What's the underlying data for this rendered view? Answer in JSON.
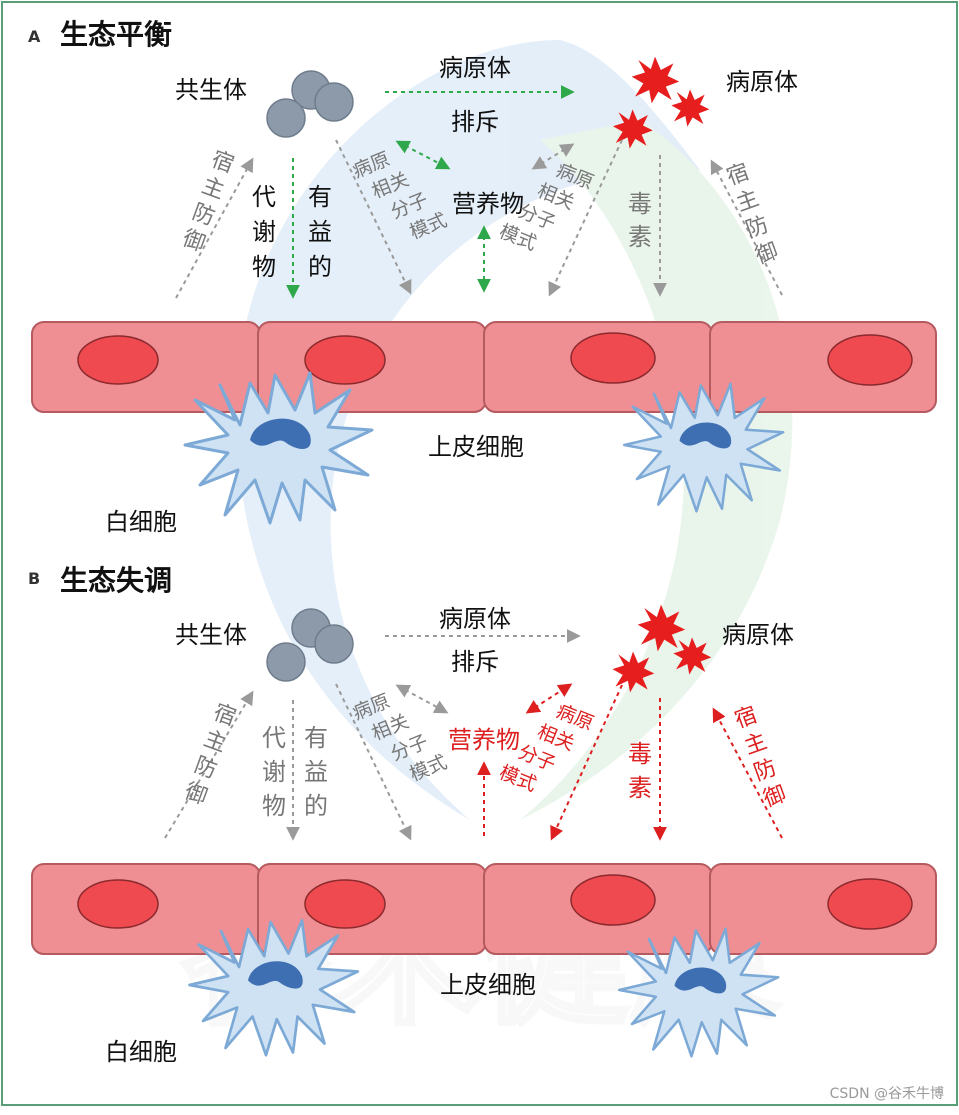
{
  "colors": {
    "frame": "#5a9e77",
    "gray_text": "#777777",
    "black_text": "#111111",
    "red_text": "#dd1f1f",
    "green_arrow": "#2ea84a",
    "gray_arrow": "#9a9a9a",
    "red_arrow": "#dd1f1f",
    "cell_fill": "#f08f93",
    "nucleus_fill": "#ee4a4f",
    "symbiont_fill": "#8d9aaa",
    "pathogen_fill": "#e61e1e",
    "leukocyte_fill": "#cfe2f3",
    "leukocyte_nucleus": "#3f6fb3"
  },
  "panel_a": {
    "letter": "A",
    "title": "生态平衡",
    "symbiont": "共生体",
    "pathogen": "病原体",
    "arrow_top_label": "病原体",
    "arrow_bottom_label": "排斥",
    "host_defense_left": [
      "宿",
      "主",
      "防",
      "御"
    ],
    "metabolites": [
      "代",
      "谢",
      "物"
    ],
    "beneficial": [
      "有",
      "益",
      "的"
    ],
    "pamps_left": [
      "病原",
      "相关",
      "分子",
      "模式"
    ],
    "nutrients": "营养物",
    "pamps_right": [
      "病原",
      "相关",
      "分子",
      "模式"
    ],
    "toxins": [
      "毒",
      "素"
    ],
    "host_defense_right": [
      "宿",
      "主",
      "防",
      "御"
    ],
    "epithelial": "上皮细胞",
    "leukocyte": "白细胞"
  },
  "panel_b": {
    "letter": "B",
    "title": "生态失调",
    "symbiont": "共生体",
    "pathogen": "病原体",
    "arrow_top_label": "病原体",
    "arrow_bottom_label": "排斥",
    "host_defense_left": [
      "宿",
      "主",
      "防",
      "御"
    ],
    "metabolites": [
      "代",
      "谢",
      "物"
    ],
    "beneficial": [
      "有",
      "益",
      "的"
    ],
    "pamps_left": [
      "病原",
      "相关",
      "分子",
      "模式"
    ],
    "nutrients": "营养物",
    "pamps_right": [
      "病原",
      "相关",
      "分子",
      "模式"
    ],
    "toxins": [
      "毒",
      "素"
    ],
    "host_defense_right": [
      "宿",
      "主",
      "防",
      "御"
    ],
    "epithelial": "上皮细胞",
    "leukocyte": "白细胞"
  },
  "watermark": "CSDN @谷禾牛博",
  "bg_watermark": "谷禾健康",
  "icons": {
    "symbiont": "symbiont-cluster-icon",
    "pathogen": "pathogen-spiky-icon",
    "leukocyte": "leukocyte-icon",
    "epithelial": "epithelial-cell-icon"
  }
}
